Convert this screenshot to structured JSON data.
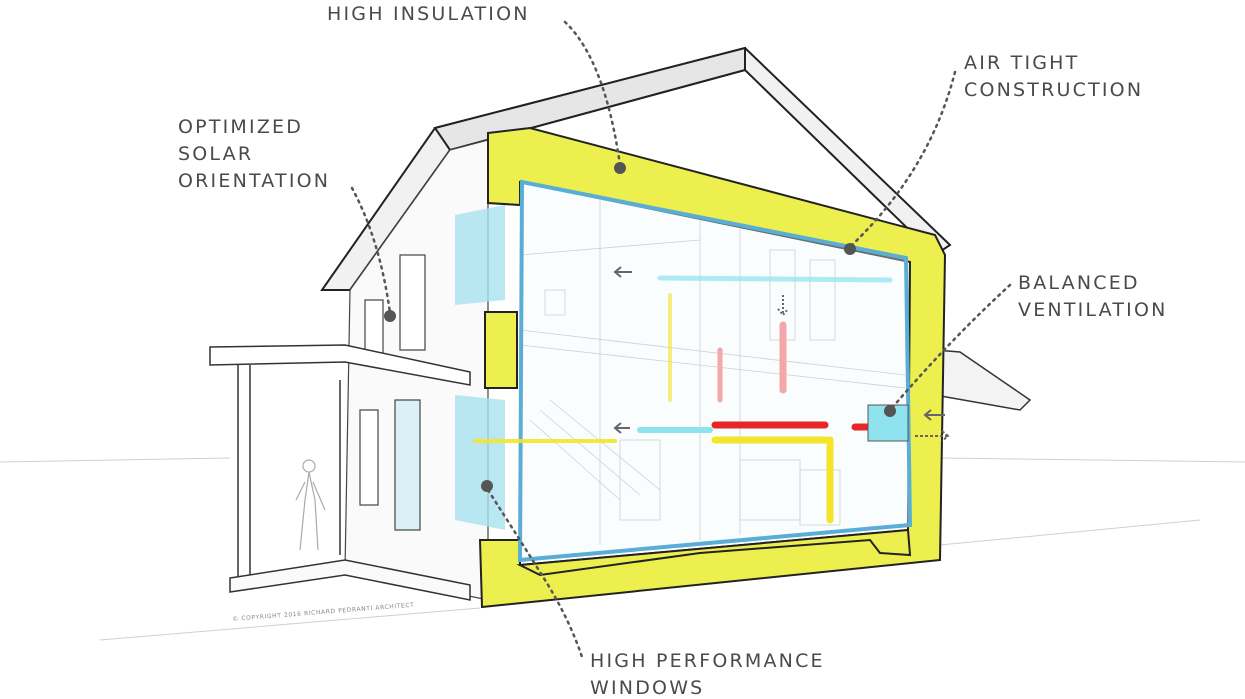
{
  "labels": {
    "high_insulation": "HIGH INSULATION",
    "air_tight_line1": "AIR TIGHT",
    "air_tight_line2": "CONSTRUCTION",
    "solar_line1": "OPTIMIZED",
    "solar_line2": "SOLAR",
    "solar_line3": "ORIENTATION",
    "ventilation_line1": "BALANCED",
    "ventilation_line2": "VENTILATION",
    "windows_line1": "HIGH PERFORMANCE",
    "windows_line2": "WINDOWS"
  },
  "copyright": "© COPYRIGHT 2016 RICHARD PEDRANTI ARCHITECT",
  "colors": {
    "insulation": "#ecef4e",
    "air_barrier": "#5aaed6",
    "window_glass": "#a8e2f0",
    "warm_duct": "#e8262a",
    "fresh_duct": "#f4e52a",
    "cool_duct": "#8fe3ef",
    "label_text": "#4a4a4a",
    "leader_dot": "#555555"
  }
}
